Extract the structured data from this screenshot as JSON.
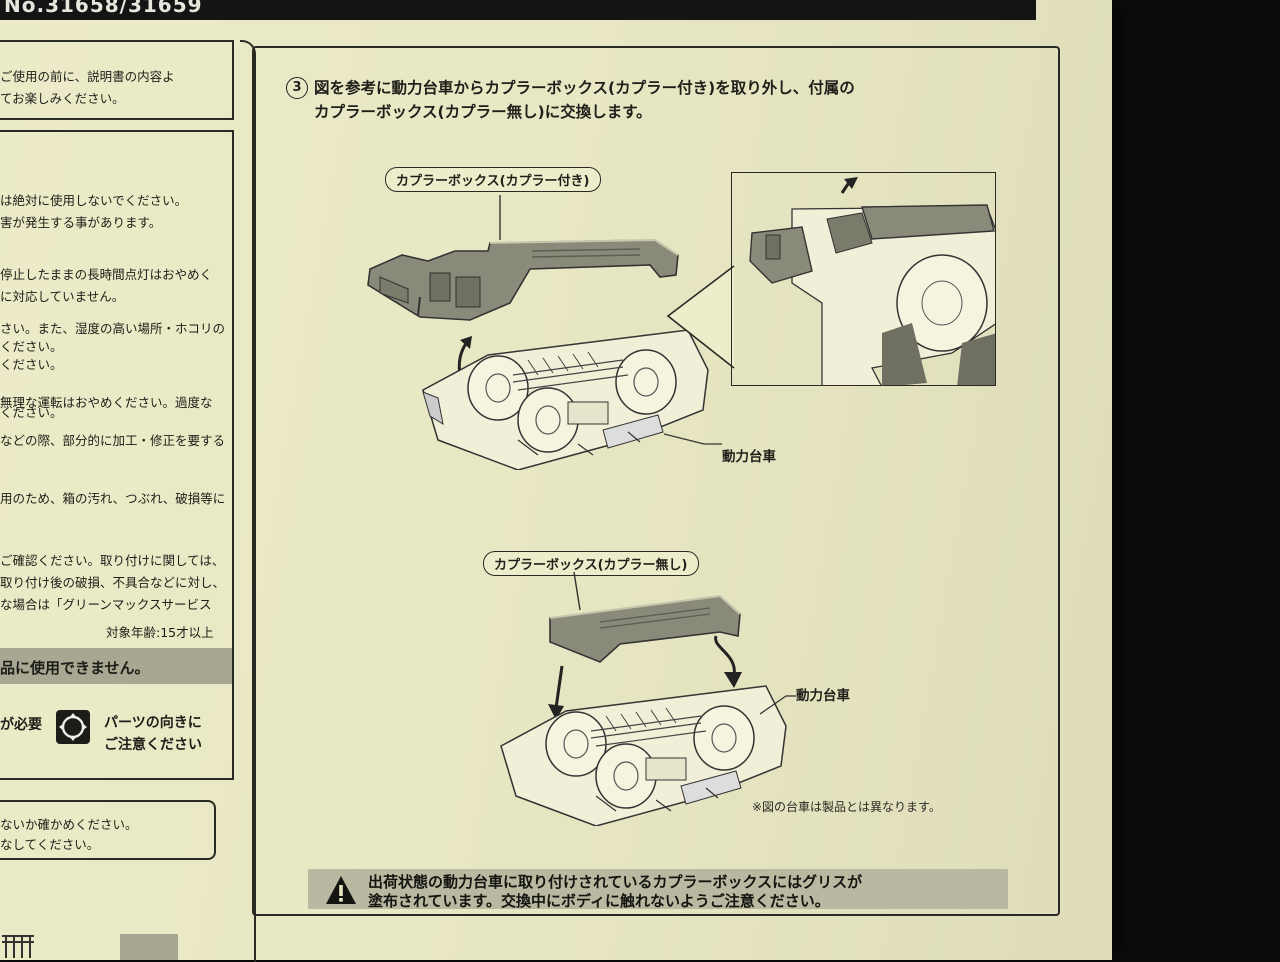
{
  "header": {
    "text": "No.31658/31659"
  },
  "left_panel": {
    "top_box": [
      "ご使用の前に、説明書の内容よ",
      "てお楽しみください。"
    ],
    "safety_lines": [
      "は絶対に使用しないでください。",
      "害が発生する事があります。",
      "停止したままの長時間点灯はおやめく",
      "に対応していません。",
      "さい。また、湿度の高い場所・ホコリの",
      "ください。",
      "ください。",
      "無理な運転はおやめください。過度な",
      "ください。",
      "などの際、部分的に加工・修正を要する",
      "用のため、箱の汚れ、つぶれ、破損等に",
      "ご確認ください。取り付けに関しては、",
      "取り付け後の破損、不具合などに対し、",
      "な場合は「グリーンマックスサービス"
    ],
    "age_target": "対象年齢:15才以上",
    "gray_bar": "品に使用できません。",
    "need_text": "が必要",
    "parts_note": [
      "パーツの向きに",
      "ご注意ください"
    ],
    "bottom_box": [
      "ないか確かめください。",
      "なしてください。"
    ]
  },
  "step": {
    "number": "3",
    "instruction_line1": "図を参考に動力台車からカプラーボックス(カプラー付き)を取り外し、付属の",
    "instruction_line2": "カプラーボックス(カプラー無し)に交換します。"
  },
  "labels": {
    "coupler_with": "カプラーボックス(カプラー付き)",
    "coupler_without": "カプラーボックス(カプラー無し)",
    "power_truck_1": "動力台車",
    "power_truck_2": "動力台車",
    "truck_note": "※図の台車は製品とは異なります。"
  },
  "warning": {
    "line1": "出荷状態の動力台車に取り付けされているカプラーボックスにはグリスが",
    "line2": "塗布されています。交換中にボディに触れないようご注意ください。"
  },
  "colors": {
    "paper": "#e8e7c4",
    "background": "#0b0d0a",
    "part_gray": "#8a8a7a",
    "warn_bar": "#b9b8a0"
  }
}
